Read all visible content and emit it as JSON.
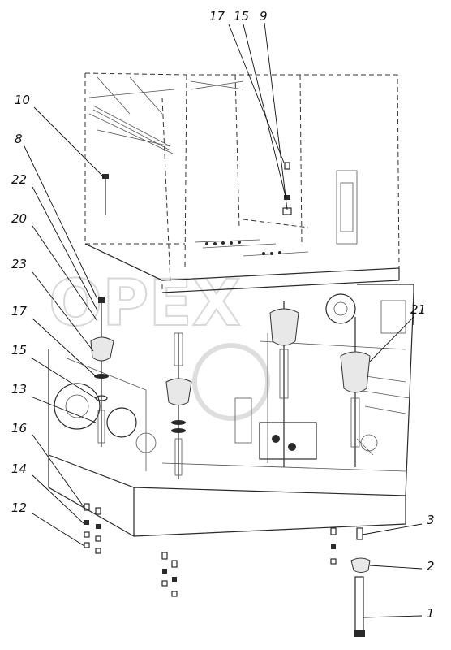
{
  "callouts": {
    "c17_top": "17",
    "c15_top": "15",
    "c9": "9",
    "c10": "10",
    "c8": "8",
    "c22": "22",
    "c20": "20",
    "c23": "23",
    "c17_left": "17",
    "c15_left": "15",
    "c13": "13",
    "c16": "16",
    "c14": "14",
    "c12": "12",
    "c21": "21",
    "c3": "3",
    "c2": "2",
    "c1": "1"
  },
  "watermark": "OPEX"
}
